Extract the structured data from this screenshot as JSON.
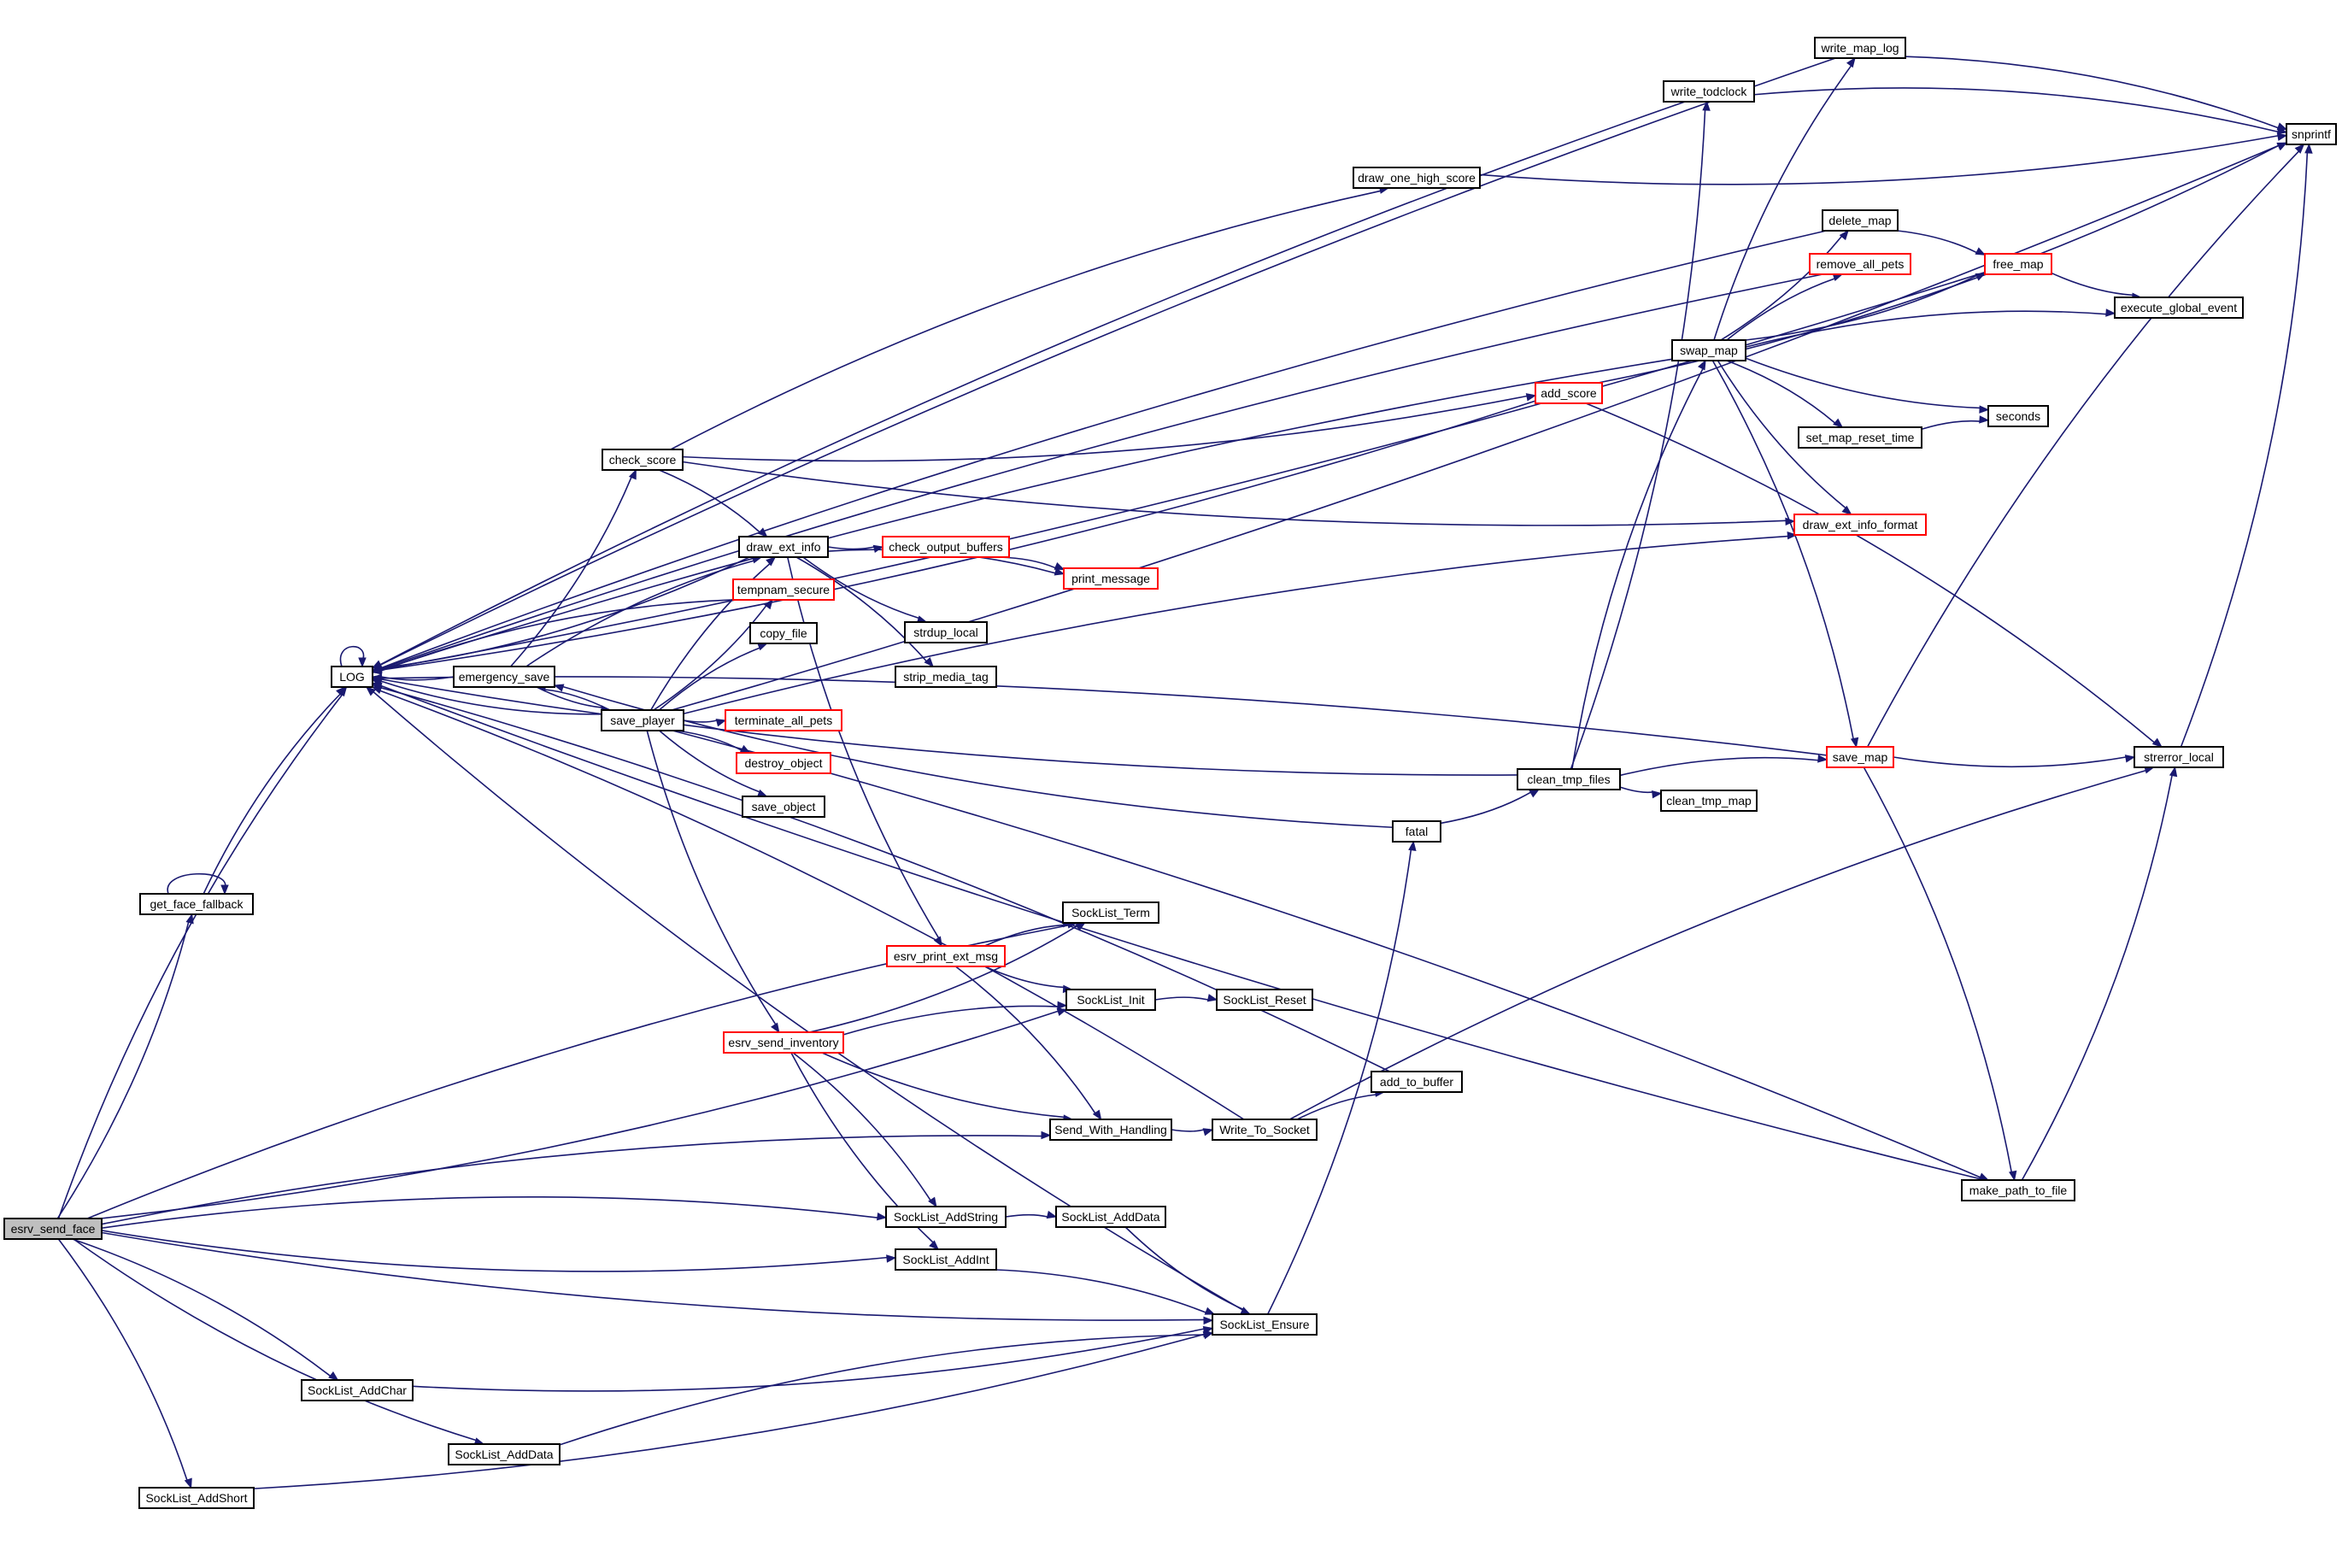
{
  "diagram": {
    "title": "esrv_send_face call graph",
    "colors": {
      "edge": "#191970",
      "node_border": "#000000",
      "truncated_border": "#ff0000",
      "root_fill": "#bfbfbf"
    },
    "nodes": [
      {
        "id": "esrv_send_face",
        "label": "esrv_send_face",
        "kind": "root"
      },
      {
        "id": "get_face_fallback",
        "label": "get_face_fallback",
        "kind": "normal"
      },
      {
        "id": "LOG",
        "label": "LOG",
        "kind": "normal"
      },
      {
        "id": "emergency_save",
        "label": "emergency_save",
        "kind": "normal"
      },
      {
        "id": "check_score",
        "label": "check_score",
        "kind": "normal"
      },
      {
        "id": "draw_ext_info",
        "label": "draw_ext_info",
        "kind": "normal"
      },
      {
        "id": "tempnam_secure",
        "label": "tempnam_secure",
        "kind": "truncated"
      },
      {
        "id": "copy_file",
        "label": "copy_file",
        "kind": "normal"
      },
      {
        "id": "save_player",
        "label": "save_player",
        "kind": "normal"
      },
      {
        "id": "terminate_all_pets",
        "label": "terminate_all_pets",
        "kind": "truncated"
      },
      {
        "id": "destroy_object",
        "label": "destroy_object",
        "kind": "truncated"
      },
      {
        "id": "save_object",
        "label": "save_object",
        "kind": "normal"
      },
      {
        "id": "check_output_buffers",
        "label": "check_output_buffers",
        "kind": "truncated"
      },
      {
        "id": "print_message",
        "label": "print_message",
        "kind": "truncated"
      },
      {
        "id": "strdup_local",
        "label": "strdup_local",
        "kind": "normal"
      },
      {
        "id": "strip_media_tag",
        "label": "strip_media_tag",
        "kind": "normal"
      },
      {
        "id": "esrv_print_ext_msg",
        "label": "esrv_print_ext_msg",
        "kind": "truncated"
      },
      {
        "id": "esrv_send_inventory",
        "label": "esrv_send_inventory",
        "kind": "truncated"
      },
      {
        "id": "SockList_Term",
        "label": "SockList_Term",
        "kind": "normal"
      },
      {
        "id": "SockList_Init",
        "label": "SockList_Init",
        "kind": "normal"
      },
      {
        "id": "SockList_Reset",
        "label": "SockList_Reset",
        "kind": "normal"
      },
      {
        "id": "Send_With_Handling",
        "label": "Send_With_Handling",
        "kind": "normal"
      },
      {
        "id": "Write_To_Socket",
        "label": "Write_To_Socket",
        "kind": "normal"
      },
      {
        "id": "add_to_buffer",
        "label": "add_to_buffer",
        "kind": "normal"
      },
      {
        "id": "SockList_AddString",
        "label": "SockList_AddString",
        "kind": "normal"
      },
      {
        "id": "SockList_AddData_mid",
        "label": "SockList_AddData",
        "kind": "normal"
      },
      {
        "id": "SockList_AddInt",
        "label": "SockList_AddInt",
        "kind": "normal"
      },
      {
        "id": "SockList_Ensure",
        "label": "SockList_Ensure",
        "kind": "normal"
      },
      {
        "id": "SockList_AddChar",
        "label": "SockList_AddChar",
        "kind": "normal"
      },
      {
        "id": "SockList_AddData_low",
        "label": "SockList_AddData",
        "kind": "normal"
      },
      {
        "id": "SockList_AddShort",
        "label": "SockList_AddShort",
        "kind": "normal"
      },
      {
        "id": "draw_one_high_score",
        "label": "draw_one_high_score",
        "kind": "normal"
      },
      {
        "id": "add_score",
        "label": "add_score",
        "kind": "truncated"
      },
      {
        "id": "write_todclock",
        "label": "write_todclock",
        "kind": "normal"
      },
      {
        "id": "write_map_log",
        "label": "write_map_log",
        "kind": "normal"
      },
      {
        "id": "snprintf",
        "label": "snprintf",
        "kind": "normal"
      },
      {
        "id": "delete_map",
        "label": "delete_map",
        "kind": "normal"
      },
      {
        "id": "remove_all_pets",
        "label": "remove_all_pets",
        "kind": "truncated"
      },
      {
        "id": "free_map",
        "label": "free_map",
        "kind": "truncated"
      },
      {
        "id": "execute_global_event",
        "label": "execute_global_event",
        "kind": "normal"
      },
      {
        "id": "swap_map",
        "label": "swap_map",
        "kind": "normal"
      },
      {
        "id": "seconds",
        "label": "seconds",
        "kind": "normal"
      },
      {
        "id": "set_map_reset_time",
        "label": "set_map_reset_time",
        "kind": "normal"
      },
      {
        "id": "draw_ext_info_format",
        "label": "draw_ext_info_format",
        "kind": "truncated"
      },
      {
        "id": "clean_tmp_files",
        "label": "clean_tmp_files",
        "kind": "normal"
      },
      {
        "id": "clean_tmp_map",
        "label": "clean_tmp_map",
        "kind": "normal"
      },
      {
        "id": "save_map",
        "label": "save_map",
        "kind": "truncated"
      },
      {
        "id": "strerror_local",
        "label": "strerror_local",
        "kind": "normal"
      },
      {
        "id": "fatal",
        "label": "fatal",
        "kind": "normal"
      },
      {
        "id": "make_path_to_file",
        "label": "make_path_to_file",
        "kind": "normal"
      }
    ],
    "edges": [
      [
        "esrv_send_face",
        "LOG"
      ],
      [
        "esrv_send_face",
        "get_face_fallback"
      ],
      [
        "esrv_send_face",
        "SockList_Term"
      ],
      [
        "esrv_send_face",
        "SockList_Init"
      ],
      [
        "esrv_send_face",
        "SockList_AddString"
      ],
      [
        "esrv_send_face",
        "SockList_AddInt"
      ],
      [
        "esrv_send_face",
        "Send_With_Handling"
      ],
      [
        "esrv_send_face",
        "SockList_Ensure"
      ],
      [
        "esrv_send_face",
        "SockList_AddChar"
      ],
      [
        "esrv_send_face",
        "SockList_AddData_low"
      ],
      [
        "esrv_send_face",
        "SockList_AddShort"
      ],
      [
        "get_face_fallback",
        "get_face_fallback"
      ],
      [
        "get_face_fallback",
        "LOG"
      ],
      [
        "LOG",
        "LOG"
      ],
      [
        "emergency_save",
        "LOG"
      ],
      [
        "emergency_save",
        "check_score"
      ],
      [
        "emergency_save",
        "draw_ext_info"
      ],
      [
        "emergency_save",
        "save_player"
      ],
      [
        "check_score",
        "draw_one_high_score"
      ],
      [
        "check_score",
        "add_score"
      ],
      [
        "check_score",
        "draw_ext_info"
      ],
      [
        "check_score",
        "draw_ext_info_format"
      ],
      [
        "draw_ext_info",
        "LOG"
      ],
      [
        "draw_ext_info",
        "check_output_buffers"
      ],
      [
        "draw_ext_info",
        "print_message"
      ],
      [
        "draw_ext_info",
        "strdup_local"
      ],
      [
        "draw_ext_info",
        "strip_media_tag"
      ],
      [
        "draw_ext_info",
        "esrv_print_ext_msg"
      ],
      [
        "check_output_buffers",
        "print_message"
      ],
      [
        "tempnam_secure",
        "LOG"
      ],
      [
        "save_player",
        "LOG"
      ],
      [
        "save_player",
        "emergency_save"
      ],
      [
        "save_player",
        "draw_ext_info"
      ],
      [
        "save_player",
        "tempnam_secure"
      ],
      [
        "save_player",
        "copy_file"
      ],
      [
        "save_player",
        "terminate_all_pets"
      ],
      [
        "save_player",
        "destroy_object"
      ],
      [
        "save_player",
        "save_object"
      ],
      [
        "save_player",
        "draw_ext_info_format"
      ],
      [
        "save_player",
        "esrv_send_inventory"
      ],
      [
        "save_player",
        "make_path_to_file"
      ],
      [
        "save_player",
        "snprintf"
      ],
      [
        "esrv_print_ext_msg",
        "SockList_Term"
      ],
      [
        "esrv_print_ext_msg",
        "SockList_Init"
      ],
      [
        "esrv_print_ext_msg",
        "Send_With_Handling"
      ],
      [
        "esrv_send_inventory",
        "SockList_Term"
      ],
      [
        "esrv_send_inventory",
        "SockList_Init"
      ],
      [
        "esrv_send_inventory",
        "Send_With_Handling"
      ],
      [
        "esrv_send_inventory",
        "SockList_AddString"
      ],
      [
        "esrv_send_inventory",
        "SockList_AddInt"
      ],
      [
        "SockList_Init",
        "SockList_Reset"
      ],
      [
        "Send_With_Handling",
        "Write_To_Socket"
      ],
      [
        "Write_To_Socket",
        "add_to_buffer"
      ],
      [
        "Write_To_Socket",
        "LOG"
      ],
      [
        "Write_To_Socket",
        "strerror_local"
      ],
      [
        "add_to_buffer",
        "LOG"
      ],
      [
        "SockList_AddString",
        "SockList_AddData_mid"
      ],
      [
        "SockList_AddData_mid",
        "SockList_Ensure"
      ],
      [
        "SockList_AddInt",
        "SockList_Ensure"
      ],
      [
        "SockList_AddChar",
        "SockList_Ensure"
      ],
      [
        "SockList_AddData_low",
        "SockList_Ensure"
      ],
      [
        "SockList_AddShort",
        "SockList_Ensure"
      ],
      [
        "SockList_Ensure",
        "LOG"
      ],
      [
        "SockList_Ensure",
        "fatal"
      ],
      [
        "fatal",
        "emergency_save"
      ],
      [
        "fatal",
        "clean_tmp_files"
      ],
      [
        "clean_tmp_files",
        "LOG"
      ],
      [
        "clean_tmp_files",
        "write_todclock"
      ],
      [
        "clean_tmp_files",
        "swap_map"
      ],
      [
        "clean_tmp_files",
        "clean_tmp_map"
      ],
      [
        "clean_tmp_files",
        "save_map"
      ],
      [
        "draw_one_high_score",
        "snprintf"
      ],
      [
        "add_score",
        "LOG"
      ],
      [
        "add_score",
        "snprintf"
      ],
      [
        "add_score",
        "strerror_local"
      ],
      [
        "write_todclock",
        "LOG"
      ],
      [
        "write_todclock",
        "snprintf"
      ],
      [
        "write_map_log",
        "LOG"
      ],
      [
        "write_map_log",
        "snprintf"
      ],
      [
        "swap_map",
        "LOG"
      ],
      [
        "swap_map",
        "write_map_log"
      ],
      [
        "swap_map",
        "delete_map"
      ],
      [
        "swap_map",
        "remove_all_pets"
      ],
      [
        "swap_map",
        "free_map"
      ],
      [
        "swap_map",
        "execute_global_event"
      ],
      [
        "swap_map",
        "seconds"
      ],
      [
        "swap_map",
        "set_map_reset_time"
      ],
      [
        "swap_map",
        "draw_ext_info_format"
      ],
      [
        "swap_map",
        "save_map"
      ],
      [
        "delete_map",
        "LOG"
      ],
      [
        "delete_map",
        "free_map"
      ],
      [
        "remove_all_pets",
        "LOG"
      ],
      [
        "free_map",
        "LOG"
      ],
      [
        "free_map",
        "execute_global_event"
      ],
      [
        "set_map_reset_time",
        "seconds"
      ],
      [
        "save_map",
        "LOG"
      ],
      [
        "save_map",
        "snprintf"
      ],
      [
        "save_map",
        "strerror_local"
      ],
      [
        "save_map",
        "make_path_to_file"
      ],
      [
        "strerror_local",
        "snprintf"
      ],
      [
        "make_path_to_file",
        "LOG"
      ],
      [
        "make_path_to_file",
        "strerror_local"
      ]
    ]
  }
}
